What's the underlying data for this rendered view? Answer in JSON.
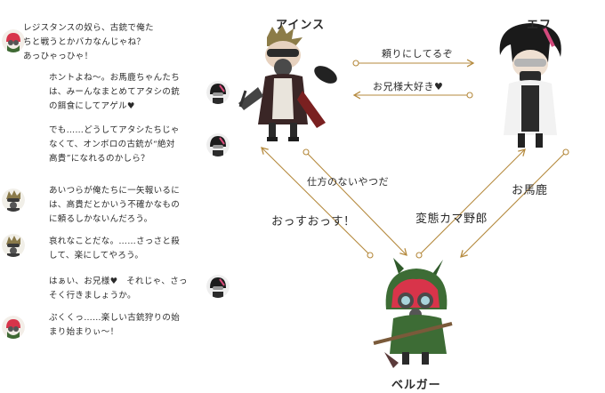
{
  "colors": {
    "arrow": "#b58a3e",
    "text": "#2a2a2a",
    "background": "#ffffff"
  },
  "chat": [
    {
      "speaker_icon": "belgar-avatar-icon",
      "lines": [
        "レジスタンスの奴ら、古銃で俺た",
        "ちと戦うとかバカなんじゃね？",
        "あっひゃっひゃ！"
      ]
    },
    {
      "speaker_icon": "belgar-avatar-icon",
      "lines": [
        "ホントよね〜。お馬鹿ちゃんたち",
        "は、みーんなまとめてアタシの銃",
        "の餌食にしてアゲル♥"
      ]
    },
    {
      "speaker_icon": "f-avatar-icon",
      "lines": [
        "でも……どうしてアタシたちじゃ",
        "なくて、オンボロの古銃が“絶対",
        "高貴”になれるのかしら？"
      ]
    },
    {
      "speaker_icon": "eins-avatar-icon",
      "lines": [
        "あいつらが俺たちに一矢報いるに",
        "は、高貴だとかいう不確かなもの",
        "に頼るしかないんだろう。"
      ]
    },
    {
      "speaker_icon": "eins-avatar-icon",
      "lines": [
        "哀れなことだな。……さっさと殺",
        "して、楽にしてやろう。"
      ]
    },
    {
      "speaker_icon": "f-avatar-icon",
      "lines": [
        "はぁい、お兄様♥　それじゃ、さっ",
        "そく行きましょうか。"
      ]
    },
    {
      "speaker_icon": "belgar-avatar-icon",
      "lines": [
        "ぷくくっ……楽しい古銃狩りの始",
        "まり始まりぃ〜！"
      ]
    }
  ],
  "characters": {
    "eins": {
      "name": "アインス",
      "icon": "eins-figure-icon"
    },
    "f": {
      "name": "エフ",
      "icon": "f-figure-icon"
    },
    "belgar": {
      "name": "ベルガー",
      "icon": "belgar-figure-icon"
    }
  },
  "relations": {
    "eins_to_f": "頼りにしてるぞ",
    "f_to_eins": "お兄様大好き♥",
    "eins_to_belgar": "仕方のないやつだ",
    "belgar_to_eins": "おっすおっす！",
    "belgar_to_f": "変態カマ野郎",
    "f_to_belgar": "お馬鹿"
  }
}
